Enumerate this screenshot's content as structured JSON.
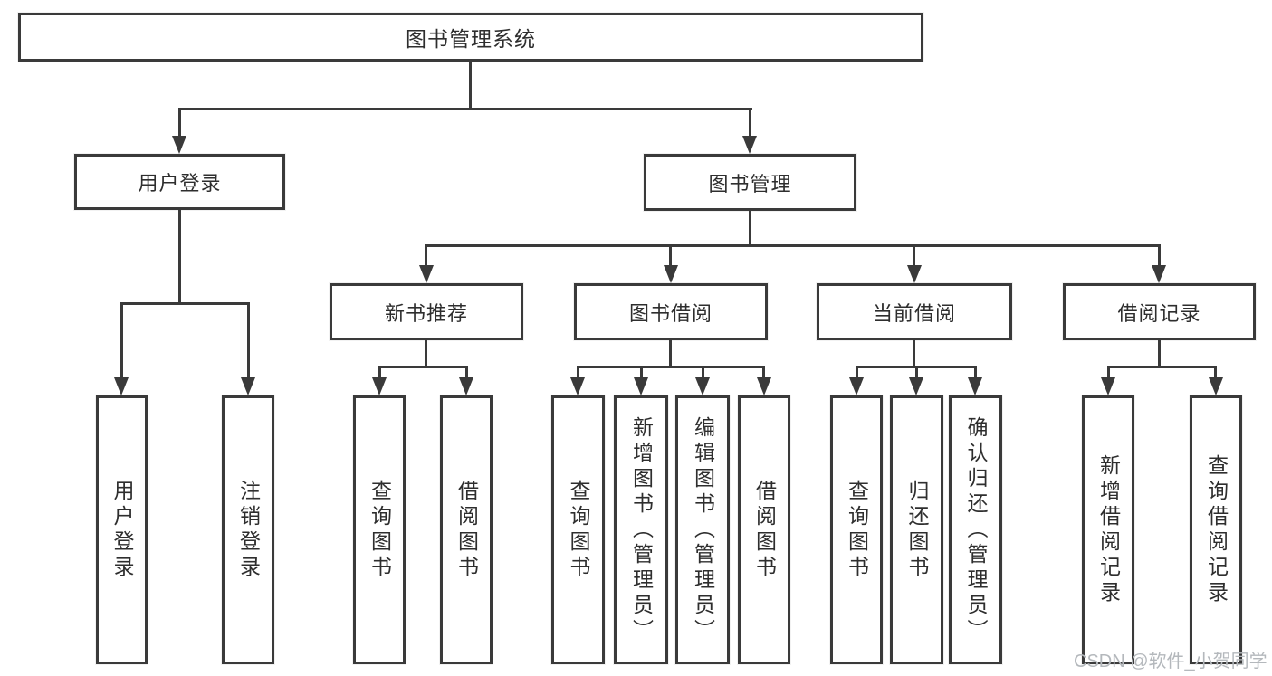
{
  "diagram": {
    "root": {
      "label": "图书管理系统"
    },
    "level2": {
      "user_login": {
        "label": "用户登录"
      },
      "book_management": {
        "label": "图书管理"
      }
    },
    "level3": {
      "new_book_rec": {
        "label": "新书推荐"
      },
      "book_borrow": {
        "label": "图书借阅"
      },
      "current_borrow": {
        "label": "当前借阅"
      },
      "borrow_records": {
        "label": "借阅记录"
      }
    },
    "leaves": {
      "user_login": {
        "label": "用户登录"
      },
      "logout": {
        "label": "注销登录"
      },
      "rec_query_books": {
        "label": "查询图书"
      },
      "rec_borrow_books": {
        "label": "借阅图书"
      },
      "borrow_query_books": {
        "label": "查询图书"
      },
      "borrow_add_books": {
        "label": "新增图书（管理员）"
      },
      "borrow_edit_books": {
        "label": "编辑图书（管理员）"
      },
      "borrow_borrow_books": {
        "label": "借阅图书"
      },
      "cur_query_books": {
        "label": "查询图书"
      },
      "cur_return_books": {
        "label": "归还图书"
      },
      "cur_confirm_return": {
        "label": "确认归还（管理员）"
      },
      "rec_add_record": {
        "label": "新增借阅记录"
      },
      "rec_query_record": {
        "label": "查询借阅记录"
      }
    }
  },
  "watermark": "CSDN @软件_小贺同学",
  "colors": {
    "line": "#3a3a3a",
    "text": "#2e2e2e",
    "watermark": "#b4b8bc",
    "background": "#ffffff",
    "box_fill": "#ffffff"
  }
}
